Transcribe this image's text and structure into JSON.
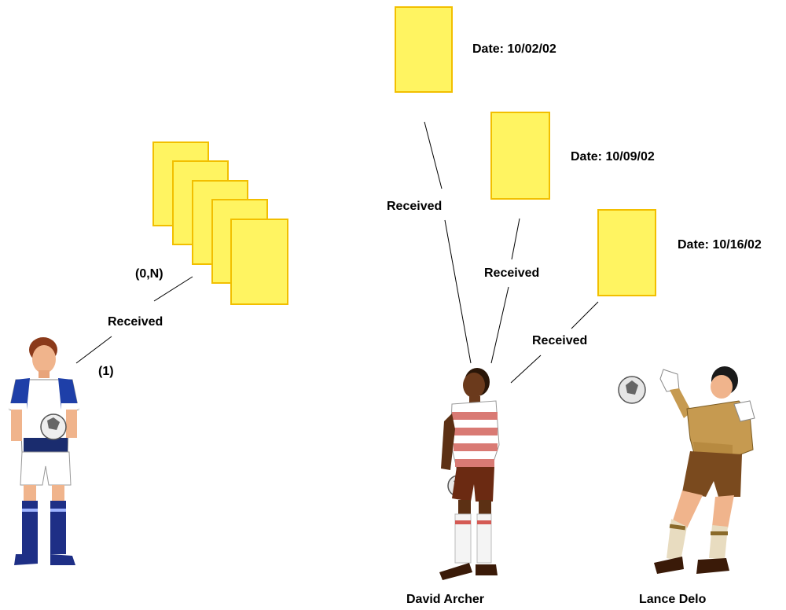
{
  "left_group": {
    "multiplicity_many": "(0,N)",
    "relationship": "Received",
    "multiplicity_one": "(1)"
  },
  "right_group": {
    "cards": [
      {
        "date": "Date: 10/02/02",
        "relationship": "Received"
      },
      {
        "date": "Date: 10/09/02",
        "relationship": "Received"
      },
      {
        "date": "Date: 10/16/02",
        "relationship": "Received"
      }
    ],
    "players": [
      {
        "name": "David Archer"
      },
      {
        "name": "Lance Delo"
      }
    ]
  },
  "colors": {
    "card_fill": "#fff461",
    "card_border": "#f2bf00",
    "line": "#000000"
  }
}
